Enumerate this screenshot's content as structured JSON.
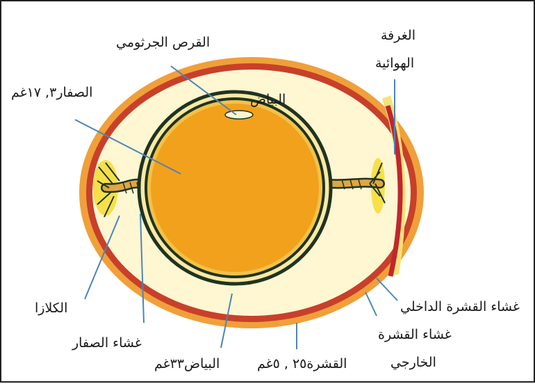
{
  "labels": {
    "germinal_disc": "القرص الجرثومي",
    "air_cell_line1": "الغرفة",
    "air_cell_line2": "الهوائية",
    "yolk": "الصفار٣, ١٧غم",
    "albumen_inner": "البياض",
    "inner_membrane": "غشاء القشرة الداخلي",
    "outer_membrane_line1": "غشاء القشرة",
    "outer_membrane_line2": "الخارجي",
    "chalaza": "الكلازا",
    "yolk_membrane": "غشاء الصفار",
    "albumen_weight": "البياض٣٣غم",
    "shell_weight": "القشرة٢٥ , ٥غم"
  },
  "colors": {
    "shell_outer": "#f0a03a",
    "shell_band": "#c8402a",
    "albumen": "#fff6d2",
    "albumen_thick": "#fbe9a6",
    "yolk": "#f2a11c",
    "yolk_ring": "#1f3320",
    "chalaza": "#e0a640",
    "air_cell": "#c0262e",
    "pointer": "#4a86b8"
  }
}
